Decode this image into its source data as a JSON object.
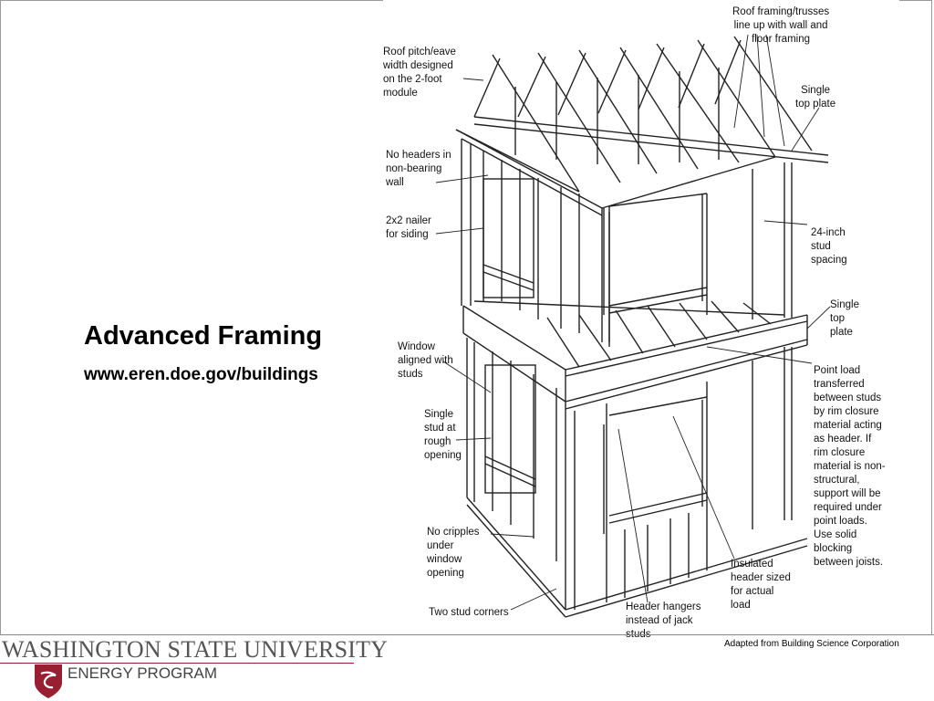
{
  "slide": {
    "title": "Advanced Framing",
    "subtitle": "www.eren.doe.gov/buildings"
  },
  "diagram": {
    "labels": {
      "roof_trusses": "Roof framing/trusses\nline up with wall and\nfloor framing",
      "roof_pitch": "Roof pitch/eave\nwidth designed\non the 2-foot\nmodule",
      "single_top_plate_upper": "Single\ntop plate",
      "no_headers": "No headers in\nnon-bearing\nwall",
      "nailer": "2x2 nailer\nfor siding",
      "stud_spacing": "24-inch\nstud\nspacing",
      "single_top_plate_lower": "Single\ntop\nplate",
      "window_aligned": "Window\naligned with\nstuds",
      "point_load": "Point load\ntransferred\nbetween studs\nby rim closure\nmaterial acting\nas header. If\nrim closure\nmaterial is non-\nstructural,\nsupport will be\nrequired under\npoint loads.\nUse solid\nblocking\nbetween joists.",
      "single_stud": "Single\nstud at\nrough\nopening",
      "no_cripples": "No cripples\nunder\nwindow\nopening",
      "insulated_header": "Insulated\nheader sized\nfor actual\nload",
      "two_stud_corners": "Two stud corners",
      "header_hangers": "Header hangers\ninstead of jack\nstuds"
    },
    "credit": "Adapted from Building Science Corporation"
  },
  "footer": {
    "university": "WASHINGTON STATE UNIVERSITY",
    "program": "ENERGY PROGRAM"
  },
  "colors": {
    "crest": "#981e32",
    "line": "#222222"
  }
}
